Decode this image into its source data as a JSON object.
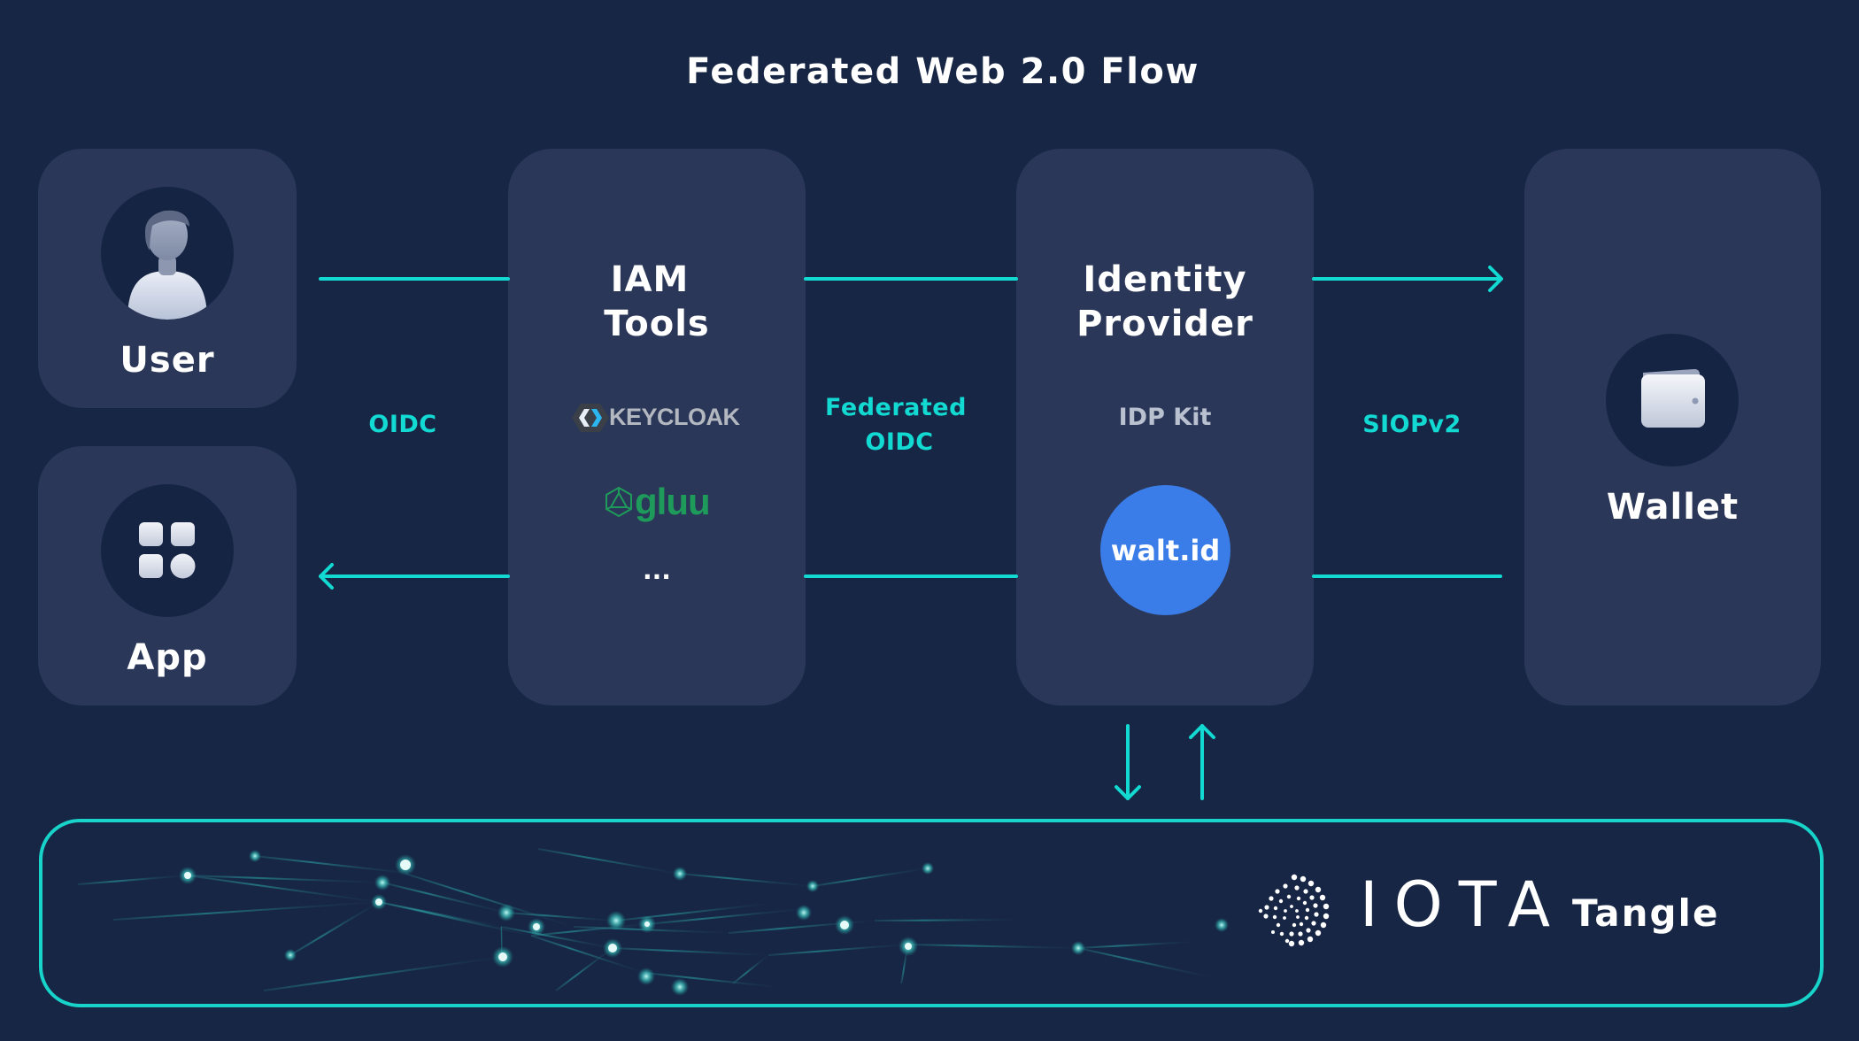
{
  "title": "Federated Web 2.0 Flow",
  "nodes": {
    "user": {
      "label": "User",
      "icon": "user-avatar-icon"
    },
    "app": {
      "label": "App",
      "icon": "app-grid-icon"
    },
    "iam": {
      "label_line1": "IAM",
      "label_line2": "Tools",
      "tools": [
        "KEYCLOAK",
        "gluu",
        "..."
      ]
    },
    "idp": {
      "label_line1": "Identity",
      "label_line2": "Provider",
      "subtitle": "IDP Kit",
      "badge": "walt.id"
    },
    "wallet": {
      "label": "Wallet",
      "icon": "wallet-icon"
    }
  },
  "edges": {
    "oidc": "OIDC",
    "federated_oidc_line1": "Federated",
    "federated_oidc_line2": "OIDC",
    "siopv2": "SIOPv2"
  },
  "ledger": {
    "brand": "IOTA",
    "label": "Tangle",
    "icon": "iota-logo-icon"
  },
  "colors": {
    "background": "#172645",
    "card": "#2a3758",
    "accent": "#12d9d1",
    "walt_blue": "#3a7de8",
    "gluu_green": "#1e9b5a"
  }
}
